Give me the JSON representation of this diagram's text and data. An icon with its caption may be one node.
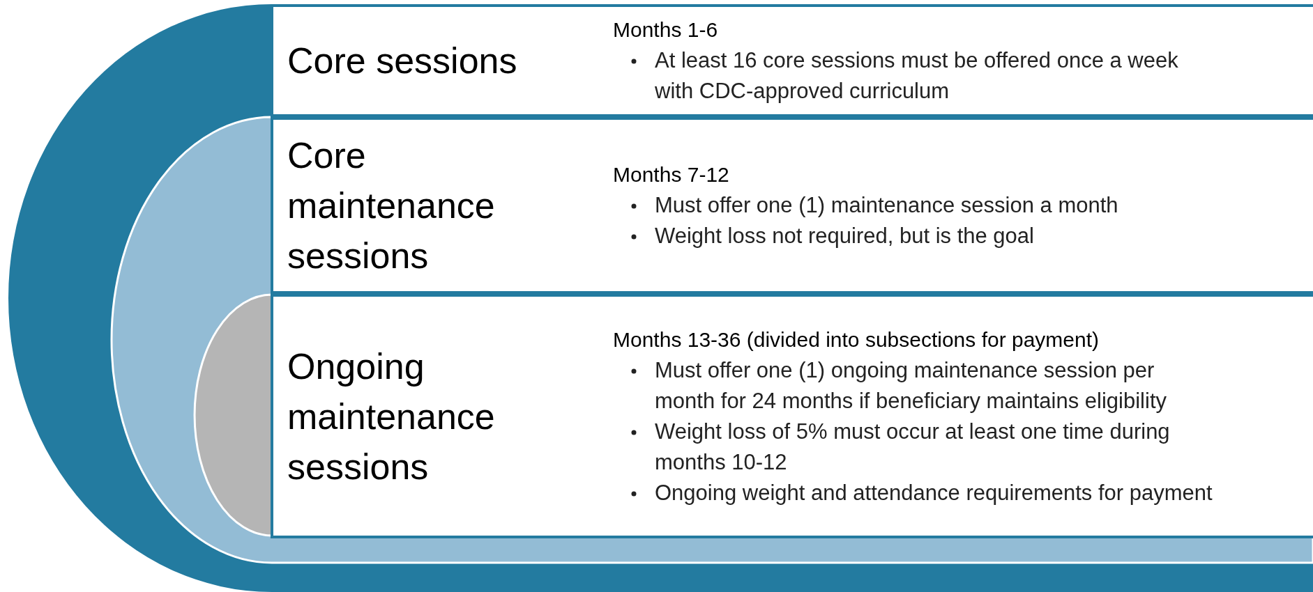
{
  "diagram": {
    "nodes": [
      {
        "text": [
          "Core sessions",
          "Months 1-6",
          "At least 16 core sessions must be offered once a week with CDC-approved curriculum"
        ]
      },
      {
        "text": [
          "Core maintenance sessions",
          "Months 7-12",
          "Must offer one (1) maintenance session a month",
          "Weight loss not  required, but is the goal"
        ]
      },
      {
        "text": [
          "Ongoing maintenance sessions",
          "Months 13-36 (divided into subsections for payment)",
          "Must offer one (1) ongoing maintenance session per month for 24 months if beneficiary maintains eligibility",
          "Weight loss of 5% must occur at least one time during months 10-12",
          "Ongoing weight and attendance requirements for payment"
        ]
      }
    ]
  }
}
